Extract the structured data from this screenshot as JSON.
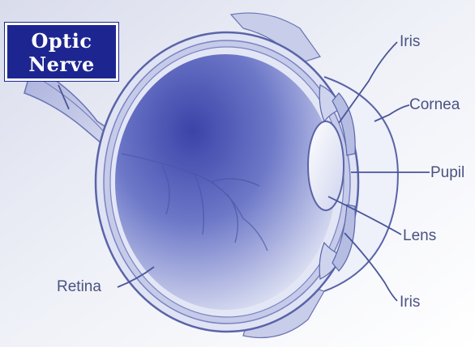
{
  "labels": {
    "optic_nerve_line1": "Optic",
    "optic_nerve_line2": "Nerve",
    "iris_top": "Iris",
    "cornea": "Cornea",
    "pupil": "Pupil",
    "lens": "Lens",
    "iris_bottom": "Iris",
    "retina": "Retina"
  },
  "colors": {
    "badge_background": "#1d2690",
    "label_text": "#4a5280",
    "line": "#4a5598",
    "eye_fill": "#5b66c0",
    "tissue": "#c5cbe8"
  }
}
